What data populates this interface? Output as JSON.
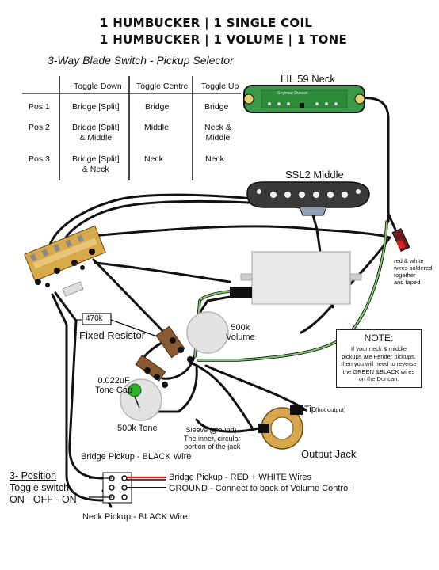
{
  "header": {
    "line1": "1 HUMBUCKER | 1 SINGLE COIL",
    "line2": "1 HUMBUCKER | 1 VOLUME | 1 TONE",
    "subtitle": "3-Way Blade Switch - Pickup Selector"
  },
  "table": {
    "columns": [
      "Toggle Down",
      "Toggle Centre",
      "Toggle Up"
    ],
    "rows": [
      {
        "pos": "Pos 1",
        "down": "Bridge [Split]",
        "centre": "Bridge",
        "up": "Bridge"
      },
      {
        "pos": "Pos 2",
        "down": "Bridge [Split]\n& Middle",
        "centre": "Middle",
        "up": "Neck &\nMiddle"
      },
      {
        "pos": "Pos 3",
        "down": "Bridge [Split]\n& Neck",
        "centre": "Neck",
        "up": "Neck"
      }
    ]
  },
  "pickups": {
    "neck": "LIL 59 Neck",
    "middle": "SSL2 Middle",
    "neck_board_text": "Seymour Duncan"
  },
  "labels": {
    "red_white_note": "red & white\nwires soldered\ntogether\nand taped",
    "resistor_value": "470k",
    "fixed_resistor": "Fixed Resistor",
    "volume_pot": "500k\nVolume",
    "tone_cap": "0.022uF\nTone Cap",
    "tone_pot": "500k Tone",
    "tip": "Tip",
    "tip_note": "(hot output)",
    "sleeve": "Sleeve (ground).\nThe inner, circular\nportion of the jack",
    "output_jack": "Output Jack"
  },
  "note": {
    "heading": "NOTE:",
    "body": "If your neck & middle\npickups are Fender pickups,\nthen you will need to reverse\nthe GREEN &BLACK wires\non the Duncan."
  },
  "toggle": {
    "title": "3- Position\nToggle switch\nON - OFF - ON",
    "bridge_black": "Bridge Pickup - BLACK Wire",
    "bridge_red_white": "Bridge Pickup - RED + WHITE Wires",
    "ground": "GROUND - Connect to back of Volume Control",
    "neck_black": "Neck Pickup - BLACK Wire"
  },
  "colors": {
    "pcb_green": "#3a9a48",
    "wire_black": "#111111",
    "wire_green": "#7fc96b",
    "wire_red": "#d62020",
    "cap_green": "#2bb32b",
    "pot_grey": "#e2e2e2",
    "pot_brown": "#8a5a32"
  }
}
